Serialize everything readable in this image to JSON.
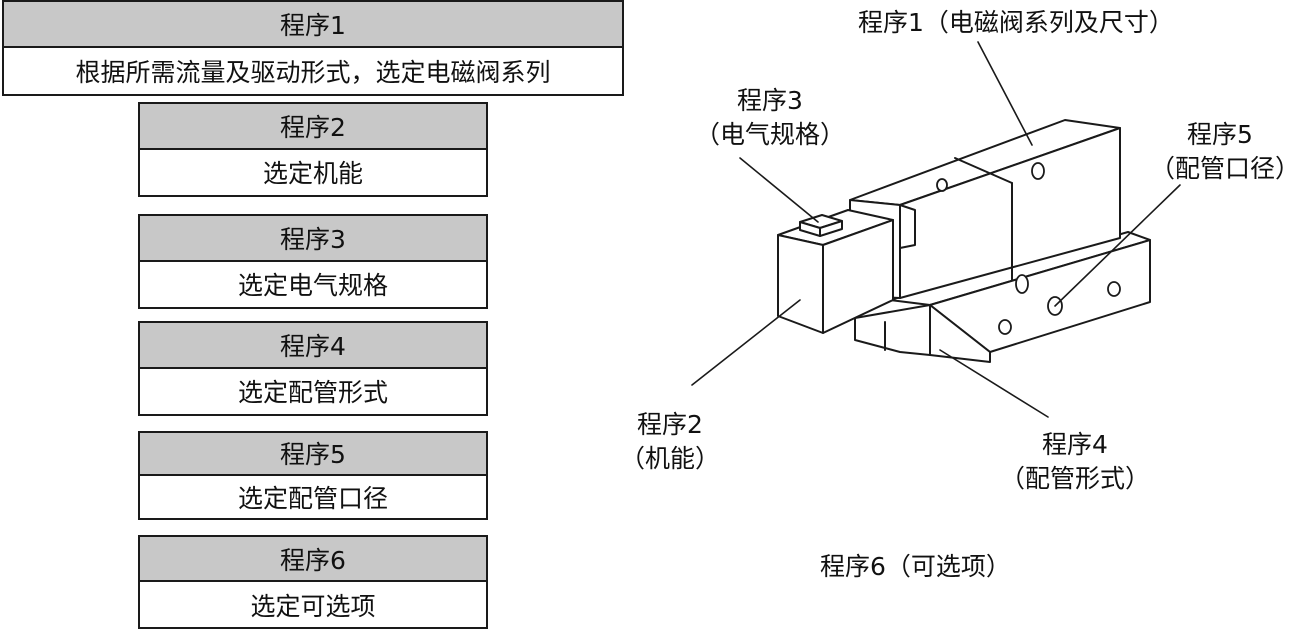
{
  "steps": [
    {
      "title": "程序1",
      "body": "根据所需流量及驱动形式，选定电磁阀系列"
    },
    {
      "title": "程序2",
      "body": "选定机能"
    },
    {
      "title": "程序3",
      "body": "选定电气规格"
    },
    {
      "title": "程序4",
      "body": "选定配管形式"
    },
    {
      "title": "程序5",
      "body": "选定配管口径"
    },
    {
      "title": "程序6",
      "body": "选定可选项"
    }
  ],
  "diagram": {
    "label_1": "程序1（电磁阀系列及尺寸）",
    "label_2_line1": "程序2",
    "label_2_line2": "（机能）",
    "label_3_line1": "程序3",
    "label_3_line2": "（电气规格）",
    "label_4_line1": "程序4",
    "label_4_line2": "（配管形式）",
    "label_5_line1": "程序5",
    "label_5_line2": "（配管口径）",
    "label_6": "程序6（可选项）"
  }
}
